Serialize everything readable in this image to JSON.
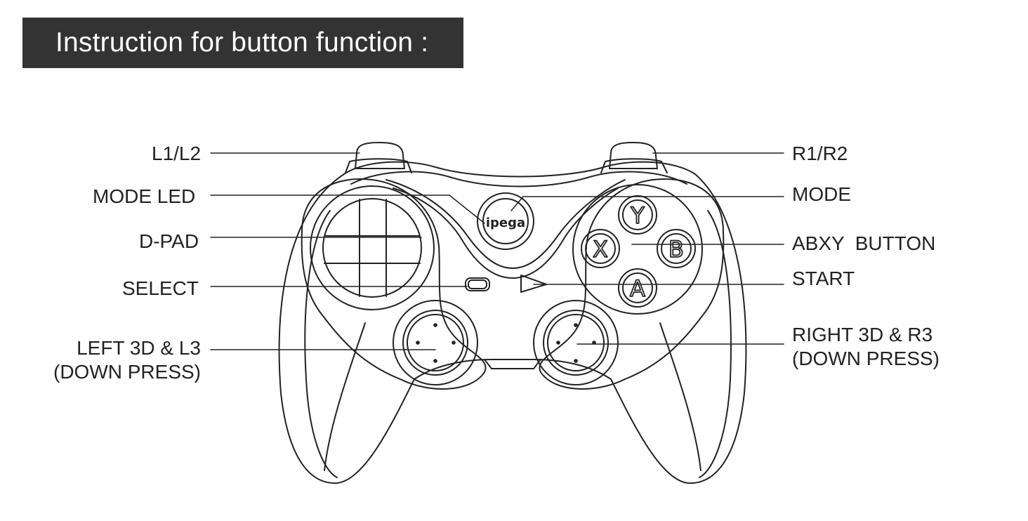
{
  "header": {
    "title": "Instruction for button function :"
  },
  "controller": {
    "logo_text": "ipega",
    "face_buttons": {
      "y": "Y",
      "x": "X",
      "b": "B",
      "a": "A"
    }
  },
  "labels": {
    "l1l2": "L1/L2",
    "mode_led": "MODE LED",
    "dpad": "D-PAD",
    "select": "SELECT",
    "left_3d_line1": "LEFT 3D & L3",
    "left_3d_line2": "(DOWN PRESS)",
    "r1r2": "R1/R2",
    "mode": "MODE",
    "abxy": "ABXY  BUTTON",
    "start": "START",
    "right_3d_line1": "RIGHT 3D & R3",
    "right_3d_line2": "(DOWN PRESS)"
  },
  "colors": {
    "header_bg": "#333333",
    "header_text": "#ffffff",
    "ink": "#222222",
    "page_bg": "#ffffff"
  }
}
